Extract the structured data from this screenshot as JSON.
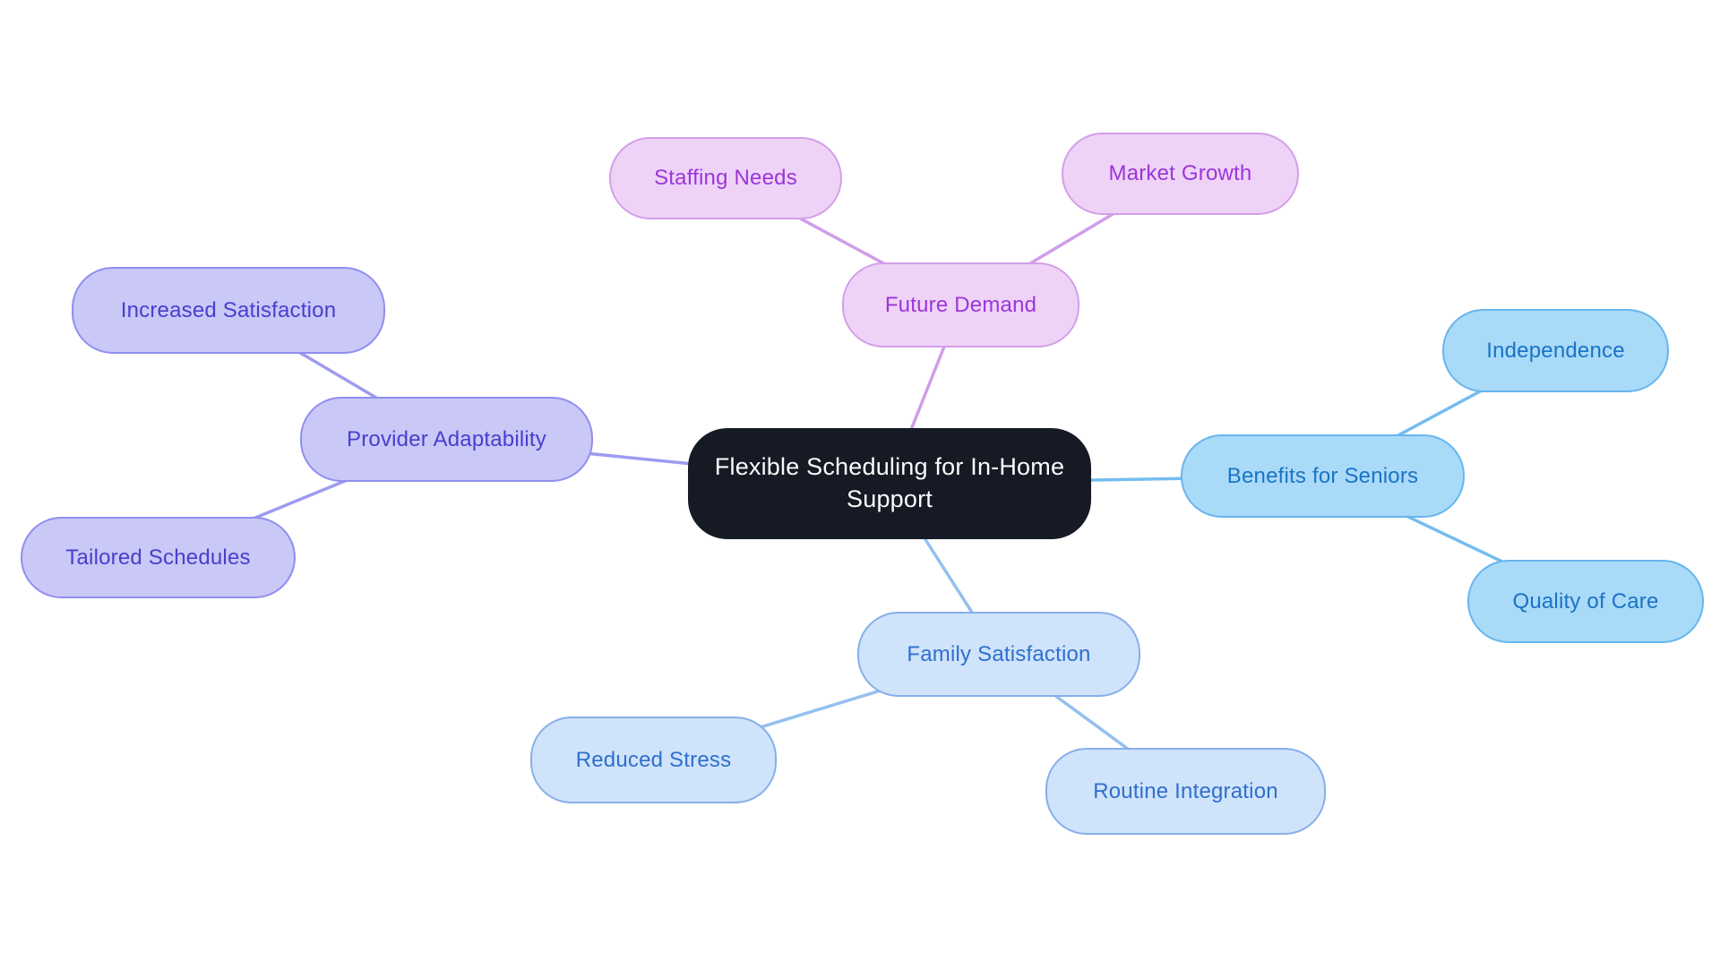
{
  "title": "Flexible Scheduling for In-Home Support",
  "background": "#ffffff",
  "root": {
    "label": "Flexible Scheduling for In-Home Support",
    "label_lines": [
      "Flexible Scheduling for In-Home",
      "Support"
    ],
    "fill": "#151a24",
    "text_color": "#fafbfc"
  },
  "branches": [
    {
      "label": "Future Demand",
      "colors": {
        "fill": "#eed3f7",
        "border": "#d39fe9",
        "text": "#9b35da",
        "edge": "#d09dea"
      },
      "children": [
        {
          "label": "Staffing Needs"
        },
        {
          "label": "Market Growth"
        }
      ]
    },
    {
      "label": "Provider Adaptability",
      "colors": {
        "fill": "#c9c8f7",
        "border": "#908eef",
        "text": "#473fcd",
        "edge": "#9d9bf1"
      },
      "children": [
        {
          "label": "Increased Satisfaction"
        },
        {
          "label": "Tailored Schedules"
        }
      ]
    },
    {
      "label": "Benefits for Seniors",
      "colors": {
        "fill": "#a9daf8",
        "border": "#67b5ee",
        "text": "#1a73c5",
        "edge": "#74bdef"
      },
      "children": [
        {
          "label": "Independence"
        },
        {
          "label": "Quality of Care"
        }
      ]
    },
    {
      "label": "Family Satisfaction",
      "colors": {
        "fill": "#cfe3fa",
        "border": "#86afe9",
        "text": "#2f6fce",
        "edge": "#94c0ee"
      },
      "children": [
        {
          "label": "Reduced Stress"
        },
        {
          "label": "Routine Integration"
        }
      ]
    }
  ]
}
